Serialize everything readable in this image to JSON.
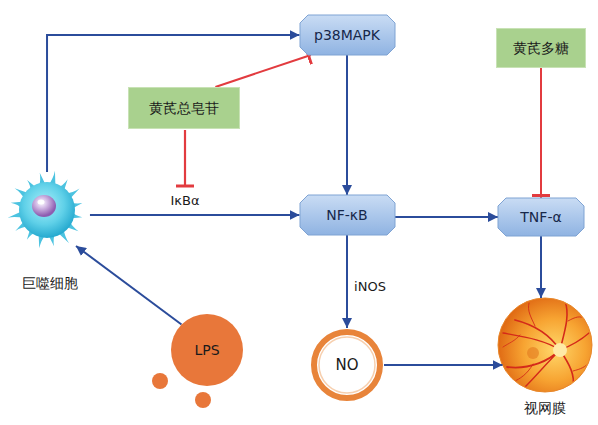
{
  "diagram": {
    "nodes": [
      {
        "text": [
          "p38MAPK"
        ]
      },
      {
        "text": [
          "黄芪多糖"
        ]
      },
      {
        "text": [
          "黄芪总皂苷"
        ]
      },
      {
        "text": [
          "巨噬细胞"
        ]
      },
      {
        "text": [
          "NF-κB"
        ]
      },
      {
        "text": [
          "TNF-α"
        ]
      },
      {
        "text": [
          "NO"
        ]
      },
      {
        "text": [
          "LPS"
        ]
      },
      {
        "text": [
          "视网膜"
        ]
      }
    ],
    "edges": [
      {
        "from": 7,
        "to": 3,
        "arrow": "to"
      },
      {
        "from": 3,
        "to": 0,
        "arrow": "to"
      },
      {
        "from": 3,
        "to": 4,
        "label": "IκBα",
        "arrow": "to"
      },
      {
        "from": 0,
        "to": 4,
        "arrow": "to"
      },
      {
        "from": 4,
        "to": 5,
        "arrow": "to"
      },
      {
        "from": 4,
        "to": 6,
        "label": "iNOS",
        "arrow": "to"
      },
      {
        "from": 6,
        "to": 8,
        "arrow": "to"
      },
      {
        "from": 5,
        "to": 8,
        "arrow": "to"
      },
      {
        "from": 2,
        "to": 0,
        "arrow": "to"
      },
      {
        "from": 1,
        "to": 5,
        "arrow": "to"
      }
    ]
  }
}
